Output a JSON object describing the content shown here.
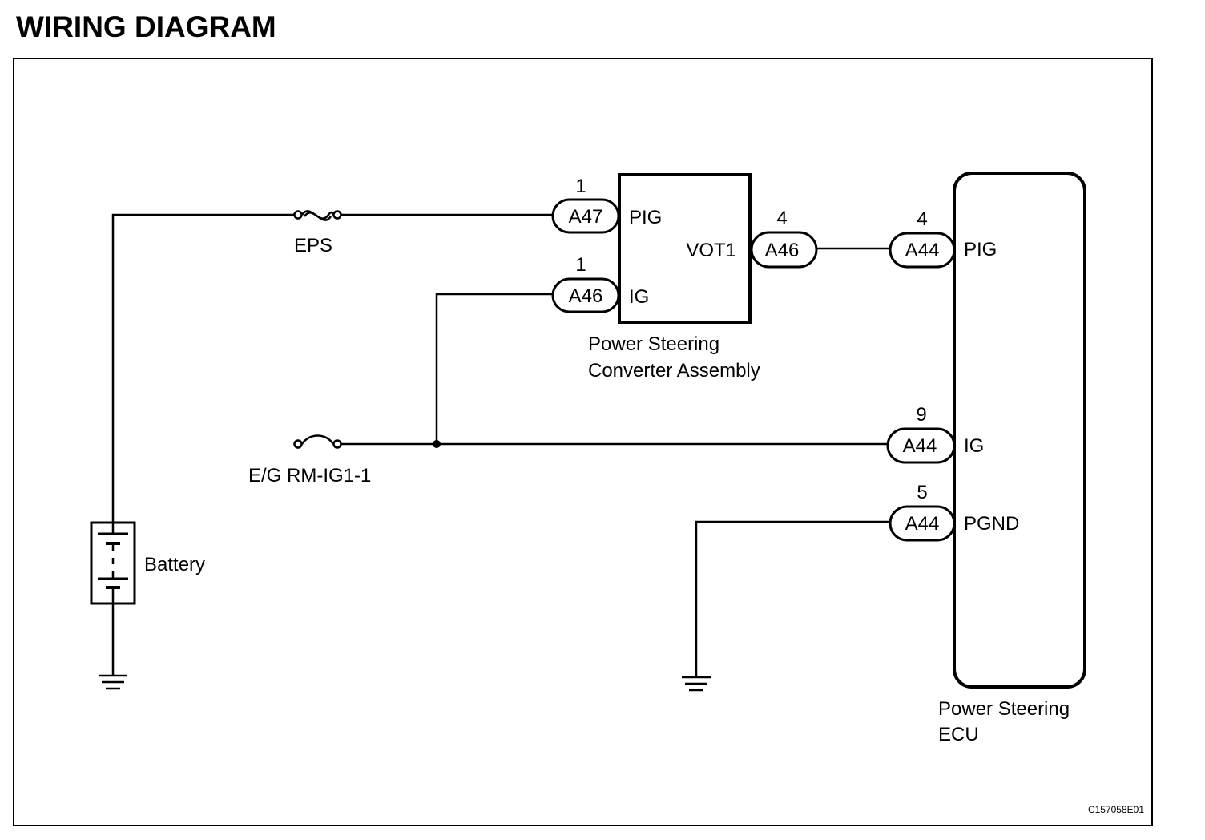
{
  "title": "WIRING DIAGRAM",
  "figure_code": "C157058E01",
  "fuses": {
    "eps": "EPS",
    "eg_rm_ig1": "E/G RM-IG1-1"
  },
  "battery_label": "Battery",
  "converter": {
    "name_line1": "Power Steering",
    "name_line2": "Converter Assembly",
    "terminal_pig": "PIG",
    "terminal_ig": "IG",
    "terminal_vot1": "VOT1"
  },
  "ecu": {
    "name_line1": "Power Steering",
    "name_line2": "ECU",
    "terminal_pig": "PIG",
    "terminal_ig": "IG",
    "terminal_pgnd": "PGND"
  },
  "connectors": {
    "conv_pig": {
      "id": "A47",
      "pin": "1"
    },
    "conv_ig": {
      "id": "A46",
      "pin": "1"
    },
    "conv_vot1": {
      "id": "A46",
      "pin": "4"
    },
    "ecu_pig": {
      "id": "A44",
      "pin": "4"
    },
    "ecu_ig": {
      "id": "A44",
      "pin": "9"
    },
    "ecu_pgnd": {
      "id": "A44",
      "pin": "5"
    }
  }
}
